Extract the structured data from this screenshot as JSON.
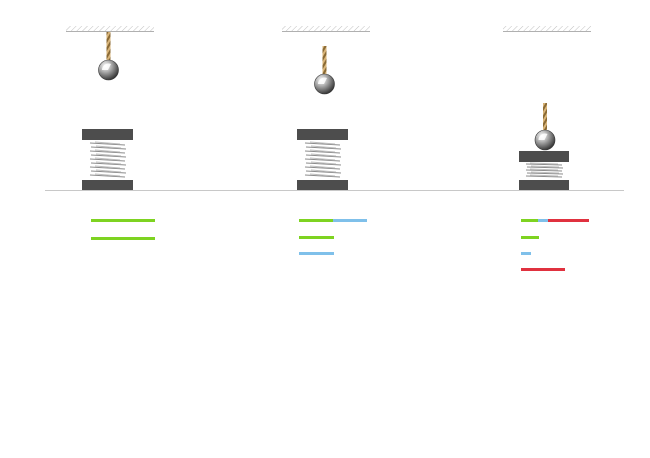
{
  "scene": {
    "description_free": true,
    "colors": {
      "ground": "#c8c8c8",
      "ceiling_hatch": "#c0c0c0",
      "rope": "#c9a56a",
      "rope_dark": "#8a6a35",
      "plate": "#4d4d4d",
      "spring": "#8c8c8c",
      "ball_light": "#e0e0e0",
      "ball_dark": "#3a3a3a",
      "bar_green": "#7ed321",
      "bar_blue": "#7fc0ea",
      "bar_red": "#e0313f"
    }
  },
  "panels": [
    {
      "name": "panel-1",
      "ball_state": "hanging-high",
      "spring_state": "relaxed",
      "energy_bars": {
        "total": [
          {
            "color": "green",
            "fraction": 1.0
          }
        ],
        "components": [
          {
            "color": "green",
            "fraction": 1.0
          }
        ]
      }
    },
    {
      "name": "panel-2",
      "ball_state": "hanging-lower",
      "spring_state": "relaxed",
      "energy_bars": {
        "total": [
          {
            "color": "green",
            "fraction": 0.5
          },
          {
            "color": "blue",
            "fraction": 0.5
          }
        ],
        "components": [
          {
            "color": "green",
            "fraction": 0.5
          },
          {
            "color": "blue",
            "fraction": 0.5
          }
        ]
      }
    },
    {
      "name": "panel-3",
      "ball_state": "on-spring",
      "spring_state": "compressed",
      "energy_bars": {
        "total": [
          {
            "color": "green",
            "fraction": 0.25
          },
          {
            "color": "blue",
            "fraction": 0.12
          },
          {
            "color": "red",
            "fraction": 0.63
          }
        ],
        "components": [
          {
            "color": "green",
            "fraction": 0.25
          },
          {
            "color": "blue",
            "fraction": 0.12
          },
          {
            "color": "red",
            "fraction": 0.63
          }
        ]
      }
    }
  ]
}
